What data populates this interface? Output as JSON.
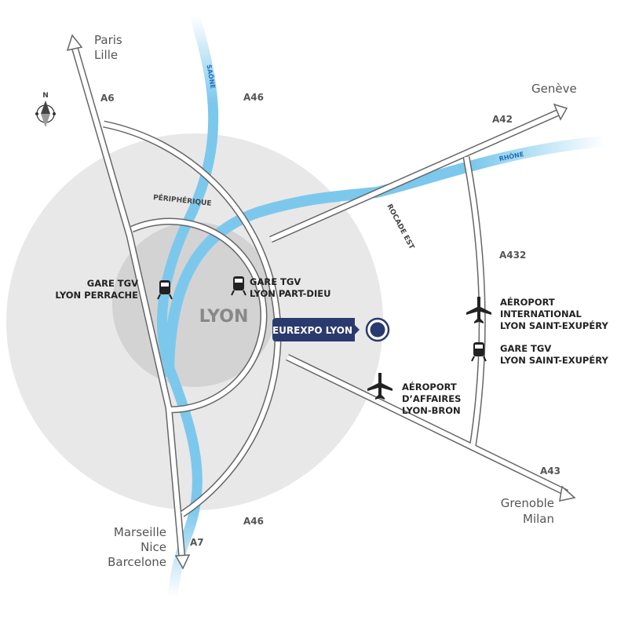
{
  "compass": {
    "north_label": "N"
  },
  "center": {
    "label": "LYON"
  },
  "destinations": {
    "north": [
      "Paris",
      "Lille"
    ],
    "northeast": "Genève",
    "southeast": [
      "Grenoble",
      "Milan"
    ],
    "south": [
      "Marseille",
      "Nice",
      "Barcelone"
    ]
  },
  "roads": {
    "a6": "A6",
    "a46_top": "A46",
    "a46_bottom": "A46",
    "a7": "A7",
    "a42": "A42",
    "a43": "A43",
    "a432": "A432",
    "peripherique": "PÉRIPHÉRIQUE",
    "rocade_est": "ROCADE EST"
  },
  "rivers": {
    "saone": "SAÔNE",
    "rhone": "RHÔNE"
  },
  "pois": {
    "gare_perrache": [
      "GARE TGV",
      "LYON PERRACHE"
    ],
    "gare_part_dieu": [
      "GARE TGV",
      "LYON PART-DIEU"
    ],
    "eurexpo": "EUREXPO LYON",
    "aeroport_bron": [
      "AÉROPORT",
      "D’AFFAIRES",
      "LYON-BRON"
    ],
    "aeroport_st_exupery": [
      "AÉROPORT",
      "INTERNATIONAL",
      "LYON SAINT-EXUPÉRY"
    ],
    "gare_st_exupery": [
      "GARE TGV",
      "LYON SAINT-EXUPÉRY"
    ]
  },
  "colors": {
    "accent": "#2b3a6e",
    "river": "#7cc8ec",
    "road_stroke": "#666666"
  }
}
